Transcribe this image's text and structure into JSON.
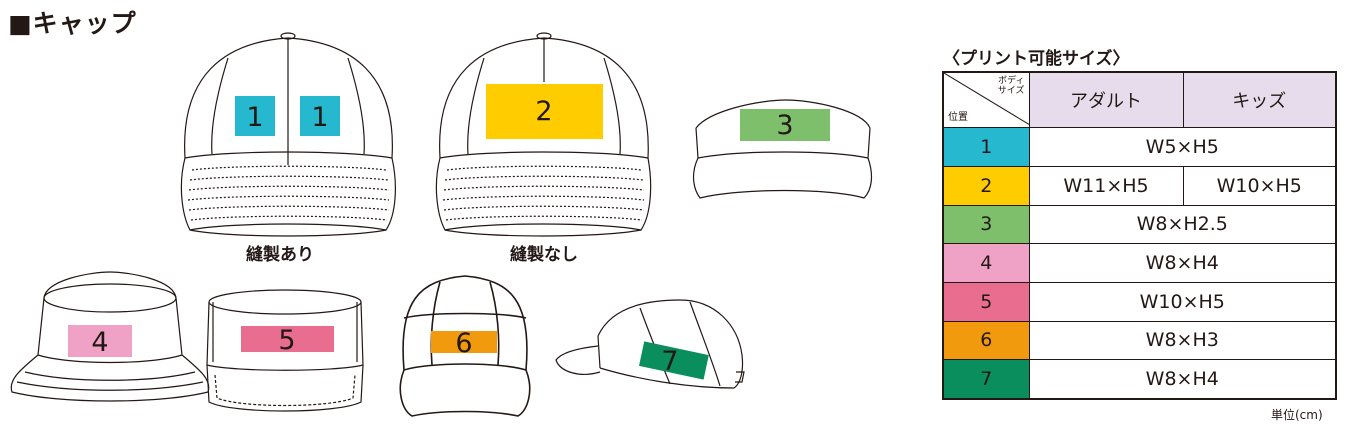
{
  "title": "■キャップ",
  "captions": {
    "sewn": "縫製あり",
    "unsewn": "縫製なし"
  },
  "areas": [
    {
      "label": "1",
      "color": "#25b8cf"
    },
    {
      "label": "2",
      "color": "#ffcc00"
    },
    {
      "label": "3",
      "color": "#7dbf6b"
    },
    {
      "label": "4",
      "color": "#efa2c6"
    },
    {
      "label": "5",
      "color": "#e96d8e"
    },
    {
      "label": "6",
      "color": "#f19a0e"
    },
    {
      "label": "7",
      "color": "#0b8e5e"
    }
  ],
  "table": {
    "title": "〈プリント可能サイズ〉",
    "corner_body": "ボディ\nサイズ",
    "corner_pos": "位置",
    "col_adult": "アダルト",
    "col_kids": "キッズ",
    "rows": [
      {
        "pos": "1",
        "size": "W5×H5"
      },
      {
        "pos": "2",
        "adult": "W11×H5",
        "kids": "W10×H5"
      },
      {
        "pos": "3",
        "size": "W8×H2.5"
      },
      {
        "pos": "4",
        "size": "W8×H4"
      },
      {
        "pos": "5",
        "size": "W10×H5"
      },
      {
        "pos": "6",
        "size": "W8×H3"
      },
      {
        "pos": "7",
        "size": "W8×H4"
      }
    ]
  },
  "unit": "単位(cm)"
}
